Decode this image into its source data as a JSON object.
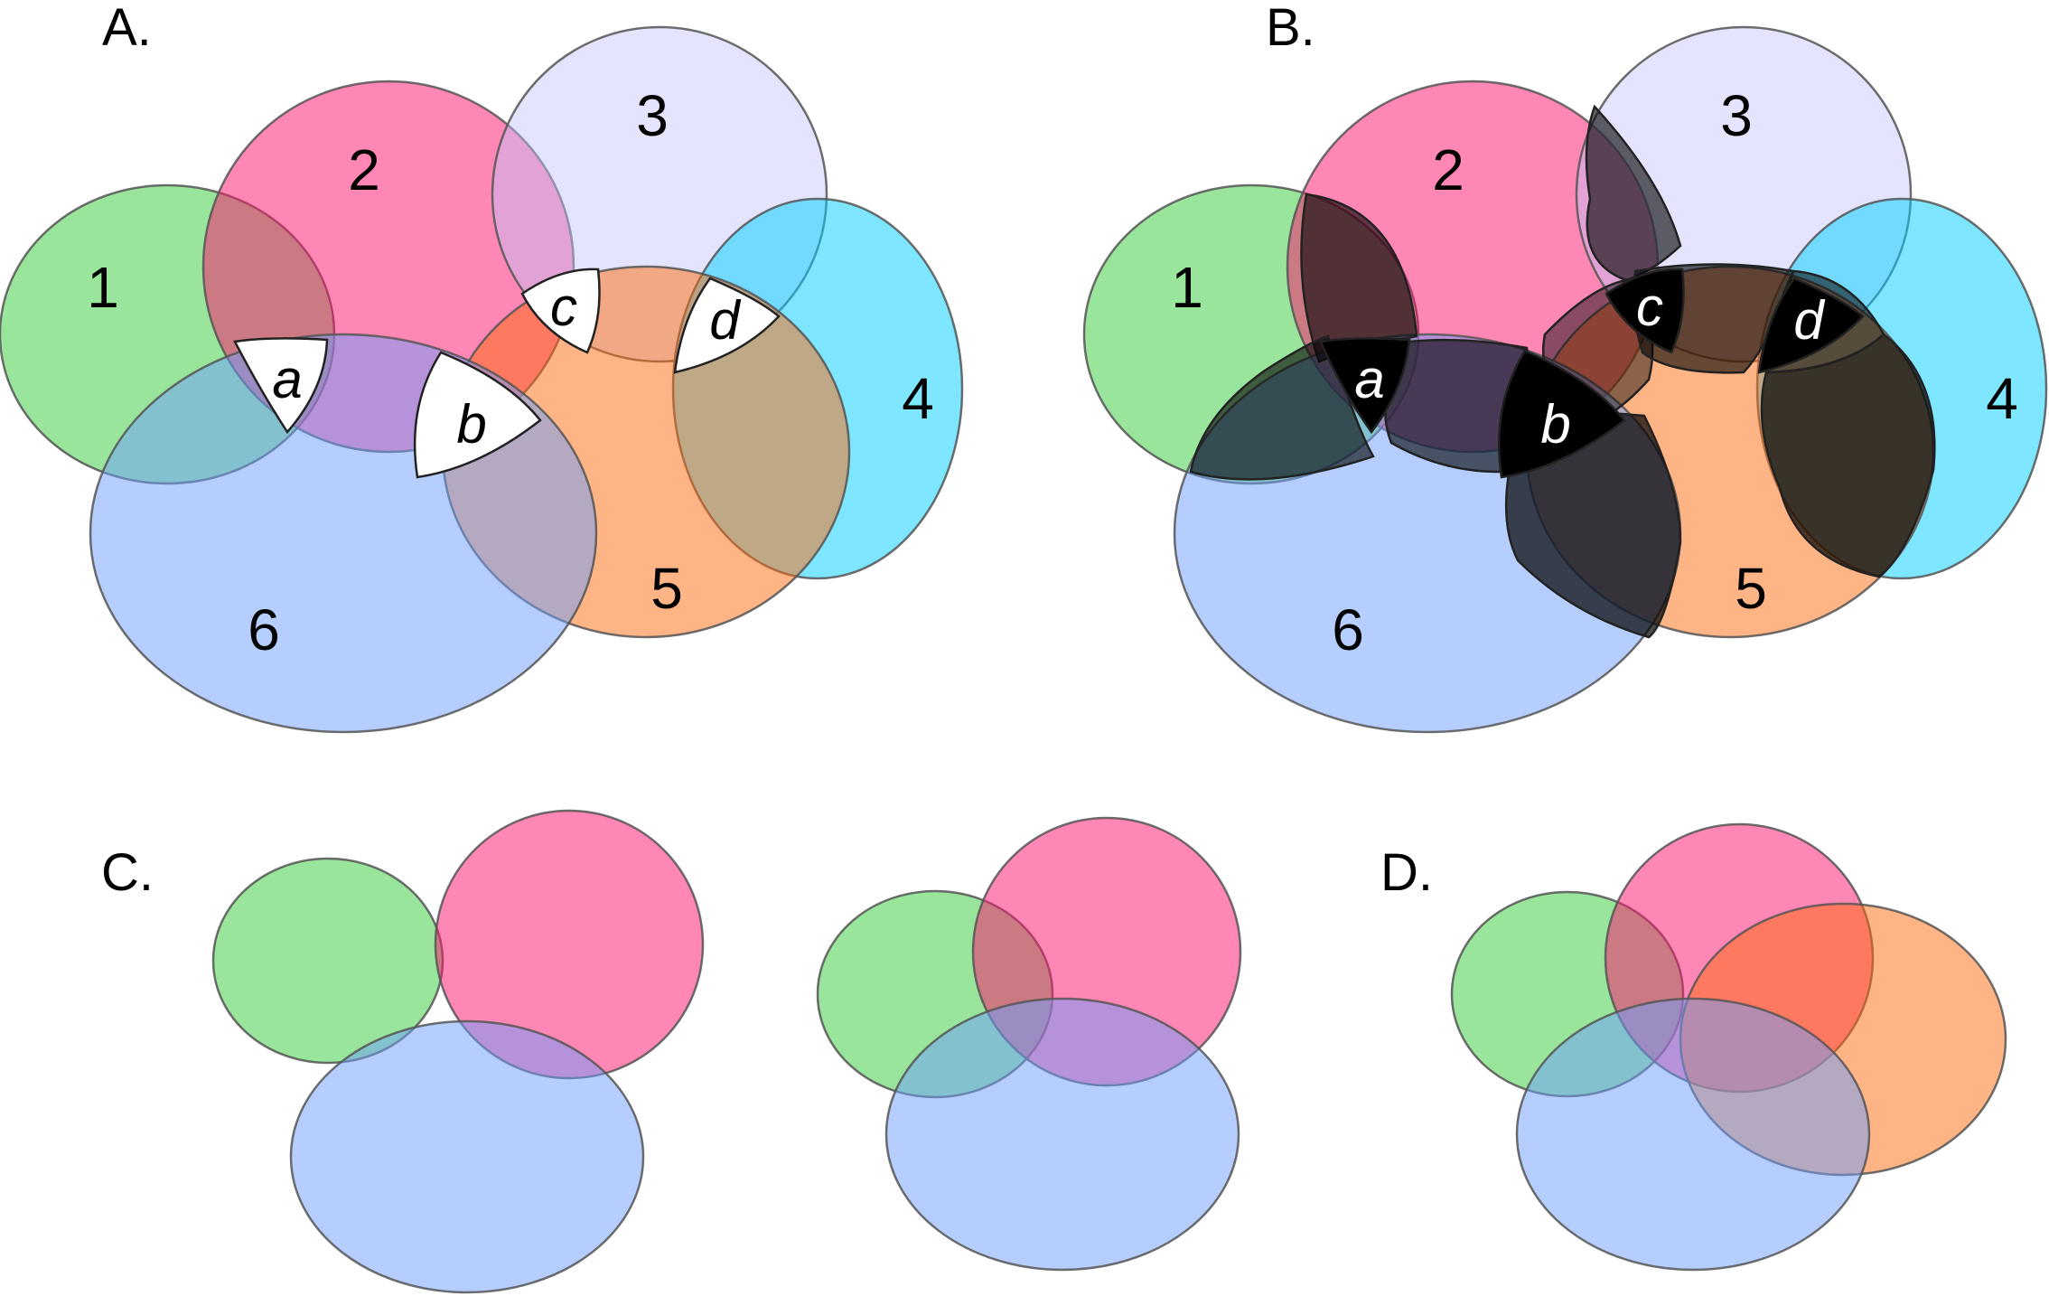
{
  "colors": {
    "set1": "#46cf4a",
    "set2": "#fe0f6c",
    "set3": "#c3c3ff",
    "set4": "#00ceff",
    "set5": "#ff6a0b",
    "set6": "#6b9dfd",
    "region_white": "#ffffff",
    "region_dark": "#000000",
    "outline": "#555555"
  },
  "panels": {
    "A": {
      "label": "A.",
      "sets": [
        "1",
        "2",
        "3",
        "4",
        "5",
        "6"
      ],
      "regions": [
        "a",
        "b",
        "c",
        "d"
      ],
      "region_style": "white"
    },
    "B": {
      "label": "B.",
      "sets": [
        "1",
        "2",
        "3",
        "4",
        "5",
        "6"
      ],
      "regions": [
        "a",
        "b",
        "c",
        "d"
      ],
      "region_style": "dark"
    },
    "C": {
      "label": "C."
    },
    "D": {
      "label": "D."
    }
  }
}
